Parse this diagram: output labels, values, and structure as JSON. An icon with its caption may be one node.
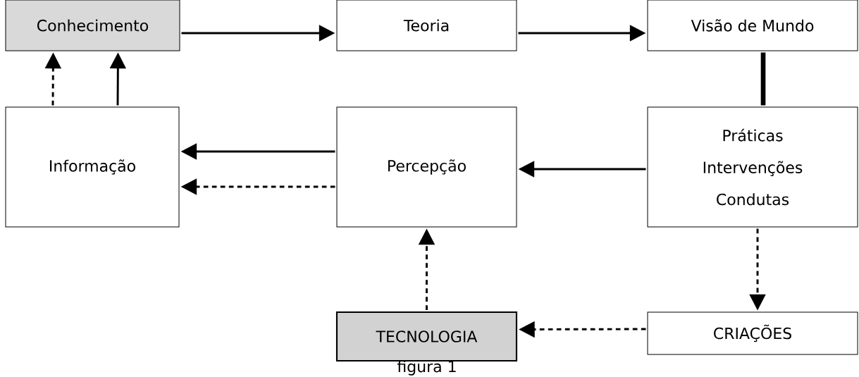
{
  "diagram": {
    "caption": "figura 1",
    "nodes": [
      {
        "text": [
          "Conhecimento"
        ]
      },
      {
        "text": [
          "Teoria"
        ]
      },
      {
        "text": [
          "Visão de Mundo"
        ]
      },
      {
        "text": [
          "Informação"
        ]
      },
      {
        "text": [
          "Percepção"
        ]
      },
      {
        "text": [
          "Práticas",
          "Intervenções",
          "Condutas"
        ]
      },
      {
        "text": [
          "TECNOLOGIA"
        ]
      },
      {
        "text": [
          "CRIAÇÕES"
        ]
      }
    ],
    "edges": [
      {
        "from": 0,
        "to": 1,
        "arrow": "to"
      },
      {
        "from": 1,
        "to": 2,
        "arrow": "to"
      },
      {
        "from": 2,
        "to": 5,
        "arrow": "none",
        "style": "thick"
      },
      {
        "from": 3,
        "to": 0,
        "arrow": "to",
        "style": "dashed"
      },
      {
        "from": 3,
        "to": 0,
        "arrow": "to"
      },
      {
        "from": 4,
        "to": 3,
        "arrow": "to"
      },
      {
        "from": 4,
        "to": 3,
        "arrow": "to",
        "style": "dashed"
      },
      {
        "from": 5,
        "to": 4,
        "arrow": "to"
      },
      {
        "from": 5,
        "to": 7,
        "arrow": "to",
        "style": "dashed"
      },
      {
        "from": 7,
        "to": 6,
        "arrow": "to",
        "style": "dashed"
      },
      {
        "from": 6,
        "to": 4,
        "arrow": "to",
        "style": "dashed"
      }
    ]
  }
}
